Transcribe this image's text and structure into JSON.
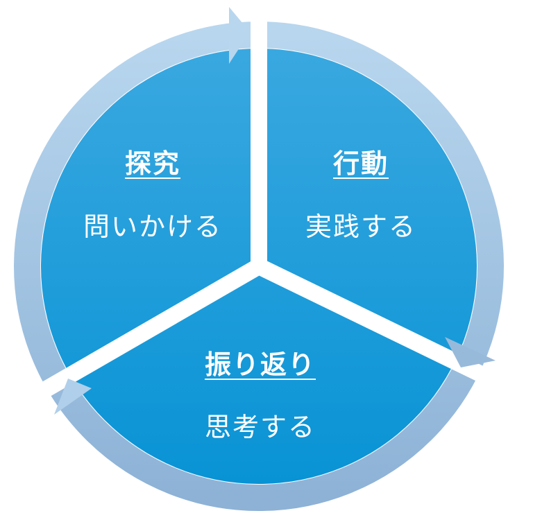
{
  "colors": {
    "segment_top": "#3aa8e0",
    "segment_bottom": "#0a93d6",
    "ring_light": "#b8d6ee",
    "ring_dark": "#8db2d6"
  },
  "segments": [
    {
      "title": "探究",
      "subtitle": "問いかける"
    },
    {
      "title": "行動",
      "subtitle": "実践する"
    },
    {
      "title": "振り返り",
      "subtitle": "思考する"
    }
  ]
}
